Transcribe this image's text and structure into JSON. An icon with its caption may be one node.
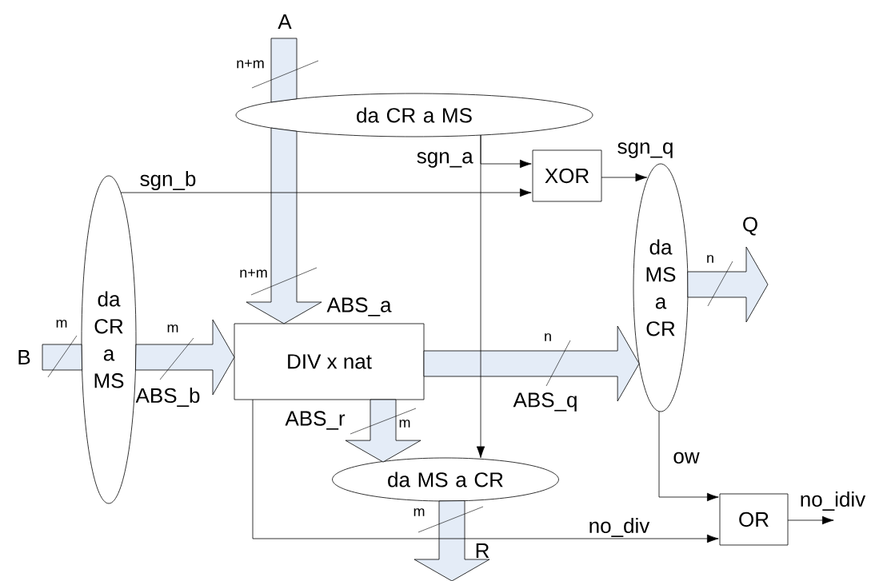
{
  "diagram": {
    "nodes": [
      {
        "text": [
          "A"
        ]
      },
      {
        "text": [
          "da CR a MS"
        ]
      },
      {
        "text": [
          "XOR"
        ]
      },
      {
        "text": [
          "da CR a MS"
        ]
      },
      {
        "text": [
          "da MS a CR"
        ]
      },
      {
        "text": [
          "B"
        ]
      },
      {
        "text": [
          "DIV x nat"
        ]
      },
      {
        "text": [
          "da MS a CR"
        ]
      },
      {
        "text": [
          "OR"
        ]
      }
    ],
    "edges": [
      {
        "from": 0,
        "to": 1,
        "arrow": "none",
        "style": "thick"
      },
      {
        "from": 1,
        "to": 6,
        "arrow": "to",
        "style": "thick",
        "label": "ABS_a"
      },
      {
        "from": 5,
        "to": 3,
        "arrow": "none",
        "style": "thick"
      },
      {
        "from": 3,
        "to": 6,
        "arrow": "to",
        "style": "thick",
        "label": "ABS_b"
      },
      {
        "from": 1,
        "to": 2,
        "arrow": "to",
        "label": "sgn_a"
      },
      {
        "from": 3,
        "to": 2,
        "arrow": "to",
        "label": "sgn_b"
      },
      {
        "from": 1,
        "to": 7,
        "arrow": "to"
      },
      {
        "from": 2,
        "to": 4,
        "arrow": "to",
        "label": "sgn_q"
      },
      {
        "from": 6,
        "to": 4,
        "arrow": "to",
        "style": "thick",
        "label": "ABS_q"
      },
      {
        "from": 4,
        "to": null,
        "arrow": "to",
        "style": "thick"
      },
      {
        "from": 6,
        "to": 7,
        "arrow": "to",
        "style": "thick",
        "label": "ABS_r"
      },
      {
        "from": 7,
        "to": null,
        "arrow": "to",
        "style": "thick"
      },
      {
        "from": 4,
        "to": 8,
        "arrow": "to",
        "label": "ow"
      },
      {
        "from": 6,
        "to": 8,
        "arrow": "to",
        "label": "no_div"
      },
      {
        "from": 8,
        "to": null,
        "arrow": "to",
        "label": "no_idiv"
      }
    ],
    "labels": [
      "n+m",
      "n+m",
      "m",
      "m",
      "Q",
      "n",
      "n",
      "m",
      "m",
      "R"
    ]
  }
}
